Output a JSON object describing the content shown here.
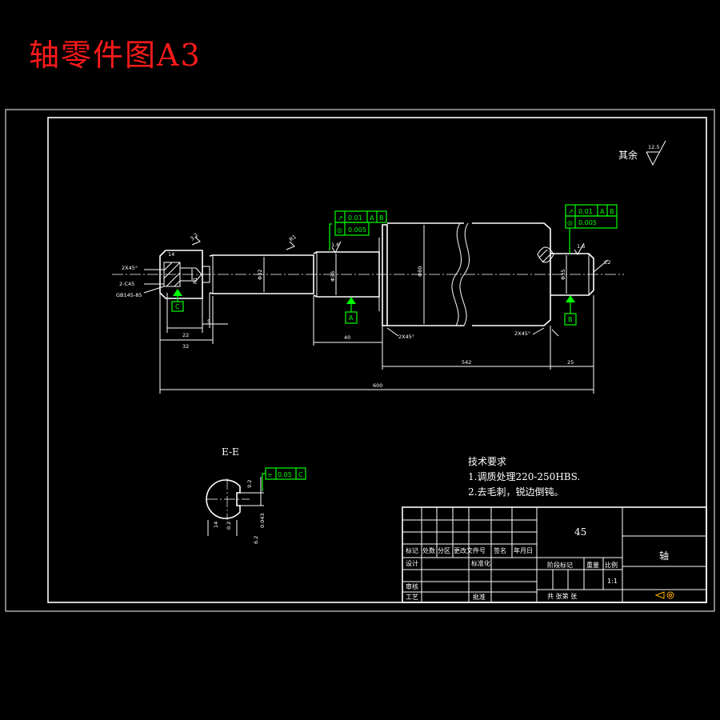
{
  "title": "轴零件图A3",
  "roughness": {
    "label": "其余",
    "value": "12.5"
  },
  "dims": {
    "d_22": "22",
    "d_32": "32",
    "d_40": "40",
    "d_542": "542",
    "d_25": "25",
    "d_600": "600",
    "d_5": "5",
    "chamfer_left": "2X45°",
    "thread": "2-C45",
    "gb": "GB145-85",
    "chamfer_mid1": "2X45°",
    "chamfer_mid2": "2X45°",
    "c2": "C2",
    "r1": "R1",
    "r2": "R1",
    "dia_big": "Φ80",
    "dia_mid": "Φ35",
    "dia_shaft": "Φ32",
    "dia_right": "Φ35",
    "rough_1": "1.6",
    "rough_2": "1.6",
    "rough_3": "3.2",
    "val_14": "14"
  },
  "gdt": {
    "left_box": {
      "row1": [
        "↗",
        "0.01",
        "A",
        "B"
      ],
      "row2": [
        "◎",
        "0.005"
      ]
    },
    "right_box": {
      "row1": [
        "↗",
        "0.01",
        "A",
        "B"
      ],
      "row2": [
        "◎",
        "0.005"
      ]
    },
    "section_box": [
      "⌯",
      "0.05",
      "C"
    ],
    "datum_a": "A",
    "datum_b": "B",
    "datum_c": "C"
  },
  "section": {
    "label": "E-E",
    "d1": "9.2",
    "d2": "14",
    "d3": "0.2",
    "d4": "6.2",
    "d5": "0.043"
  },
  "tech": {
    "heading": "技术要求",
    "line1": "1.调质处理220-250HBS.",
    "line2": "2.去毛刺，锐边倒钝。"
  },
  "titleblock": {
    "material": "45",
    "part_name": "轴",
    "h_mark": "标记",
    "h_count": "处数",
    "h_zone": "分区",
    "h_docno": "更改文件号",
    "h_sign": "签名",
    "h_date": "年月日",
    "design": "设计",
    "standard": "标准化",
    "stage_mark": "阶段标记",
    "weight": "重量",
    "scale_h": "比例",
    "scale": "1:1",
    "review": "审核",
    "process": "工艺",
    "approve": "批准",
    "sheets": "共  张第  张"
  }
}
